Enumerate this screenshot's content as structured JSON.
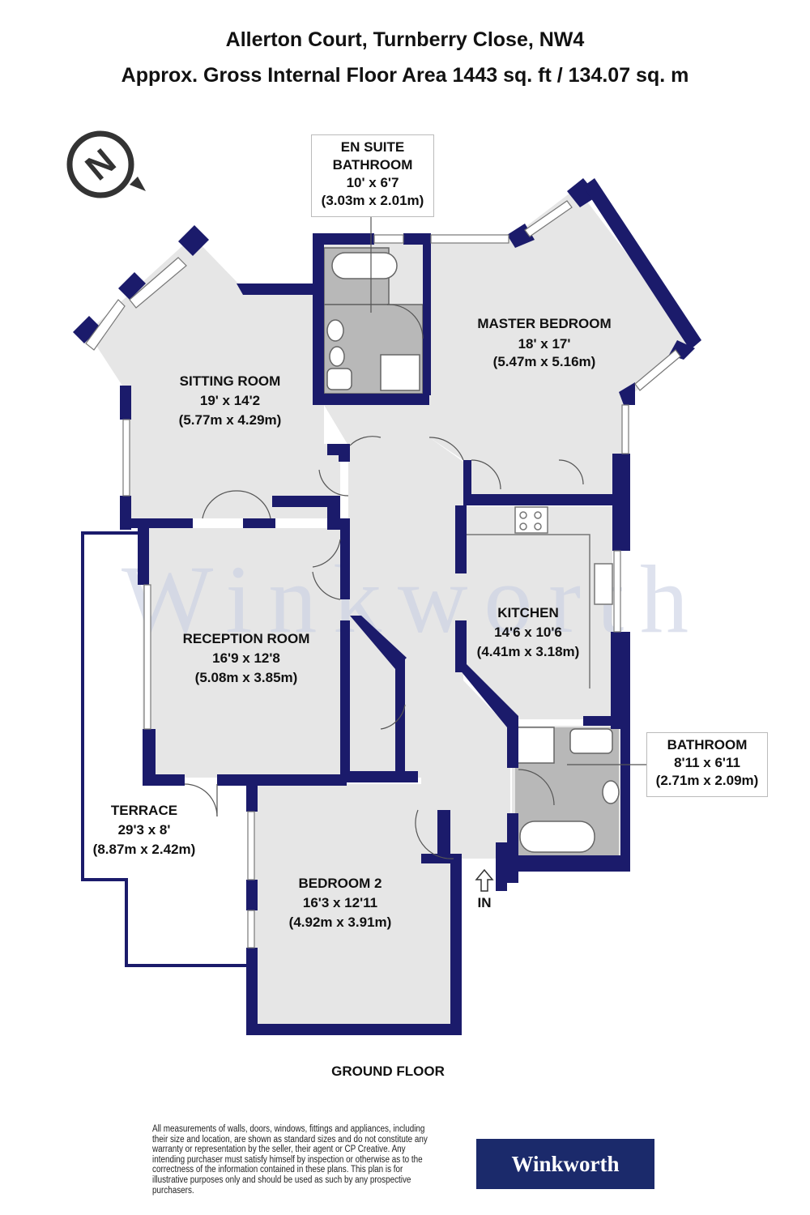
{
  "header": {
    "line1": "Allerton Court, Turnberry Close, NW4",
    "line2": "Approx. Gross Internal Floor Area 1443 sq. ft / 134.07 sq. m"
  },
  "compass": {
    "letter": "N"
  },
  "watermark": "Winkworth",
  "rooms": {
    "en_suite": {
      "name1": "EN SUITE",
      "name2": "BATHROOM",
      "imperial": "10' x 6'7",
      "metric": "(3.03m x 2.01m)"
    },
    "master_bedroom": {
      "name": "MASTER BEDROOM",
      "imperial": "18' x 17'",
      "metric": "(5.47m x 5.16m)"
    },
    "sitting_room": {
      "name": "SITTING ROOM",
      "imperial": "19' x 14'2",
      "metric": "(5.77m x 4.29m)"
    },
    "kitchen": {
      "name": "KITCHEN",
      "imperial": "14'6 x 10'6",
      "metric": "(4.41m x 3.18m)"
    },
    "reception_room": {
      "name": "RECEPTION ROOM",
      "imperial": "16'9 x 12'8",
      "metric": "(5.08m x 3.85m)"
    },
    "bathroom": {
      "name": "BATHROOM",
      "imperial": "8'11 x 6'11",
      "metric": "(2.71m x 2.09m)"
    },
    "terrace": {
      "name": "TERRACE",
      "imperial": "29'3 x 8'",
      "metric": "(8.87m x 2.42m)"
    },
    "bedroom_2": {
      "name": "BEDROOM 2",
      "imperial": "16'3 x 12'11",
      "metric": "(4.92m x 3.91m)"
    }
  },
  "entrance_label": "IN",
  "floor_label": "GROUND FLOOR",
  "disclaimer": "All measurements of walls, doors, windows, fittings and appliances, including their size and location, are shown as standard sizes and do not constitute any warranty or representation by the seller, their agent or CP Creative. Any intending purchaser must satisfy himself by inspection or otherwise as to the correctness of the information contained in these plans. This plan is for illustrative purposes only and should be used as such by any prospective purchasers.",
  "brand": "Winkworth",
  "colors": {
    "wall": "#1b1b6b",
    "floor": "#e6e6e6",
    "fixture": "#b5b5b5",
    "brand_bg": "#1b2a6b"
  }
}
